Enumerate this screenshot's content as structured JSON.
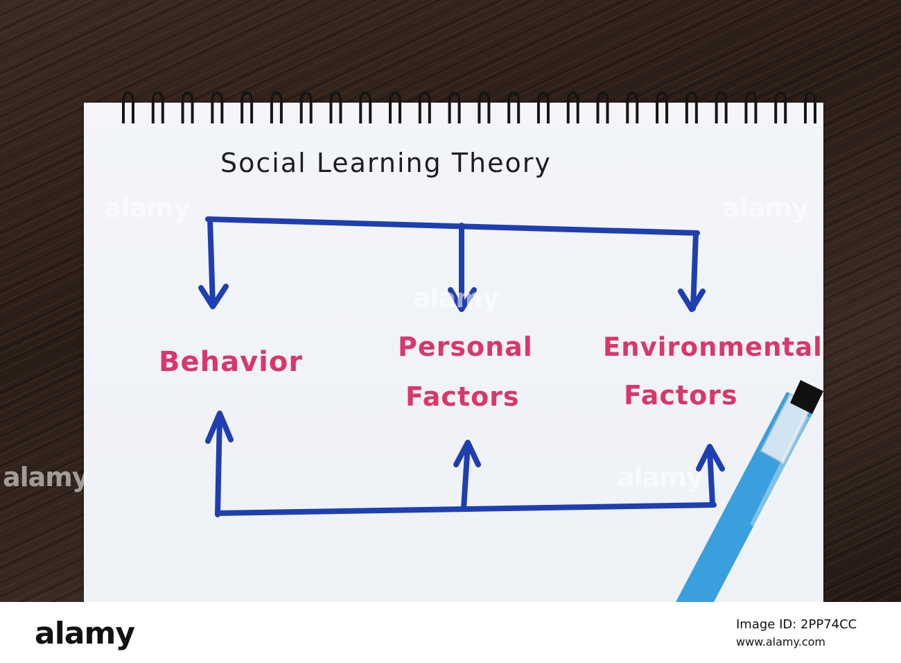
{
  "diagram": {
    "title": "Social Learning Theory",
    "nodes": [
      {
        "label_line1": "Behavior",
        "label_line2": ""
      },
      {
        "label_line1": "Personal",
        "label_line2": "Factors"
      },
      {
        "label_line1": "Environmental",
        "label_line2": "Factors"
      }
    ]
  },
  "watermark": {
    "text": "alamy"
  },
  "footer": {
    "logo": "alamy",
    "image_id": "Image ID: 2PP74CC",
    "url": "www.alamy.com"
  },
  "colors": {
    "arrow": "#1f3fb0",
    "node_text": "#d9376a",
    "title_text": "#1e1e1e",
    "pen_body": "#3aa0dd"
  }
}
